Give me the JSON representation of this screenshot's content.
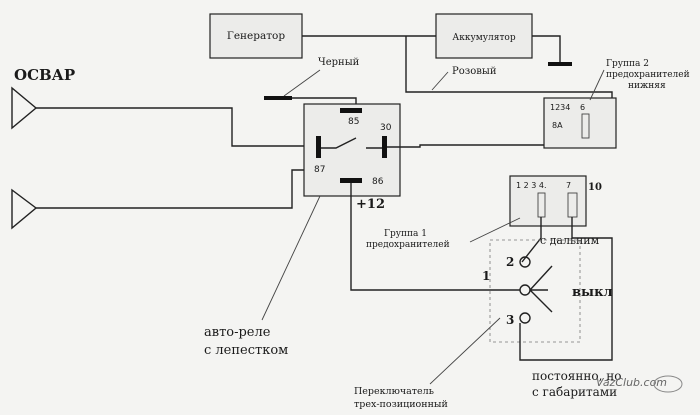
{
  "labels": {
    "generator": "Генератор",
    "battery": "Аккумулятор",
    "black": "Черный",
    "pink": "Розовый",
    "osvar": "ОСВАР",
    "group2": "Группа 2",
    "group2_l2": "предохранителей",
    "group2_l3": "нижняя",
    "fuse2_nums": "1234",
    "fuse2_6": "6",
    "fuse2_8a": "8А",
    "pin85": "85",
    "pin30": "30",
    "pin87": "87",
    "pin86": "86",
    "plus12": "+12",
    "fuse1_nums": "1 2 3 4.",
    "fuse1_7": "7",
    "fuse1_10": "10",
    "group1": "Группа 1",
    "group1_l2": "предохранителей",
    "s_dalnim": "с дальним",
    "pos2": "2",
    "pos1": "1",
    "pos3": "3",
    "vykl": "выкл",
    "relay_l1": "авто-реле",
    "relay_l2": "с лепестком",
    "switch_l1": "Переключатель",
    "switch_l2": "трех-позиционный",
    "postoyanno": "постоянно, но",
    "s_gabaritami": "с габаритами",
    "watermark": "VazClub.com"
  }
}
